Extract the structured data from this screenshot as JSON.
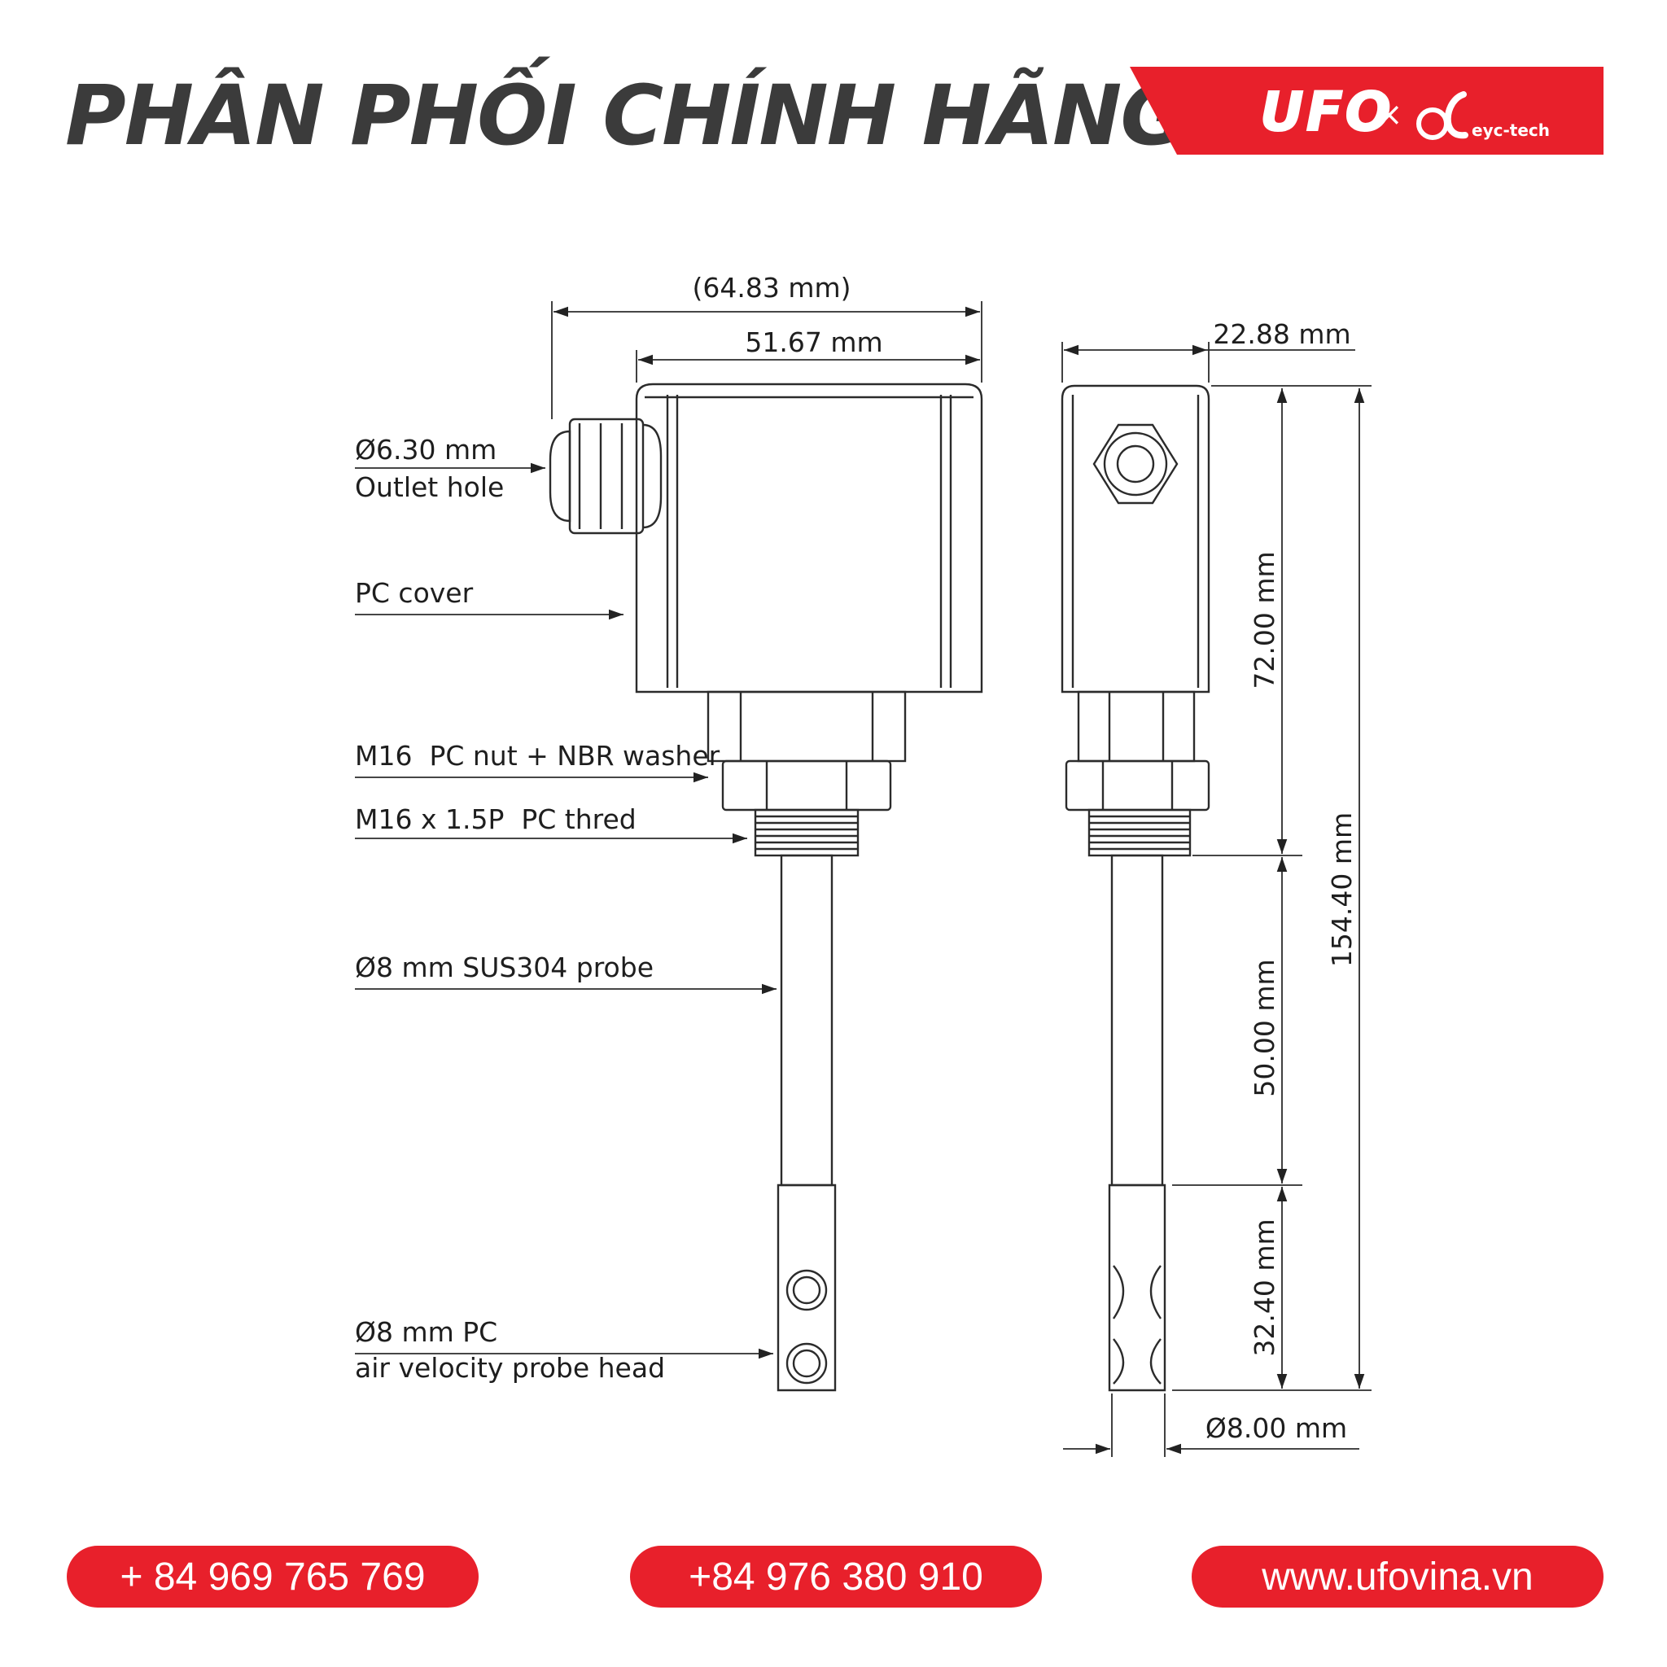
{
  "header": {
    "headline": "PHÂN PHỐI CHÍNH HÃNG",
    "brand_logo_text": "UFO",
    "brand_separator": "×",
    "partner_logo_text": "eyc-tech",
    "banner_color": "#e8202b"
  },
  "diagram": {
    "front_view": {
      "overall_width": "(64.83 mm)",
      "housing_width": "51.67 mm"
    },
    "side_view": {
      "depth": "22.88 mm",
      "housing_height": "72.00 mm",
      "total_height": "154.40 mm",
      "probe_length": "50.00 mm",
      "probe_head_length": "32.40 mm",
      "probe_diameter": "Ø8.00 mm"
    },
    "callouts": [
      {
        "text": "Ø6.30 mm",
        "second_line": "Outlet hole"
      },
      {
        "text": "PC cover"
      },
      {
        "text": "M16  PC nut + NBR washer"
      },
      {
        "text": "M16 x 1.5P  PC thred"
      },
      {
        "text": "Ø8 mm SUS304 probe"
      },
      {
        "text": "Ø8 mm PC",
        "second_line": "air velocity probe head"
      }
    ]
  },
  "footer": {
    "contacts": [
      {
        "label": "+ 84 969 765 769",
        "icon": "phone"
      },
      {
        "label": "+84 976 380 910",
        "icon": "phone"
      },
      {
        "label": "www.ufovina.vn",
        "icon": "web"
      }
    ],
    "pill_color": "#e8202b"
  }
}
